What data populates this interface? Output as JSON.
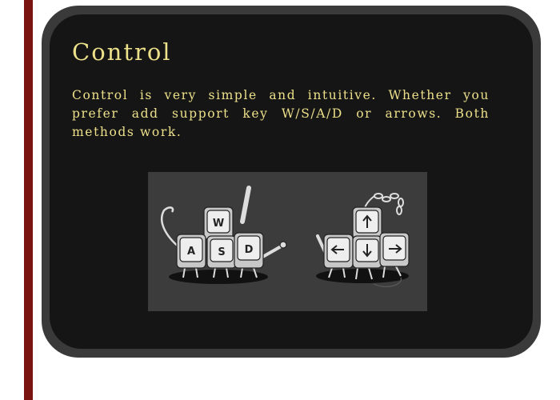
{
  "section": {
    "title": "Control",
    "description": "Control is very simple and intuitive. Whether you prefer add support key W/S/A/D or arrows. Both methods work."
  },
  "illustration": {
    "wasd_keys": [
      "W",
      "A",
      "S",
      "D"
    ],
    "arrow_keys": [
      "arrow-up-icon",
      "arrow-left-icon",
      "arrow-down-icon",
      "arrow-right-icon"
    ]
  },
  "colors": {
    "accent_text": "#ece08a",
    "left_bar": "#7a1410",
    "panel_border": "#3a3a3a",
    "panel_bg": "#151515",
    "illustration_bg": "#3c3c3c"
  }
}
